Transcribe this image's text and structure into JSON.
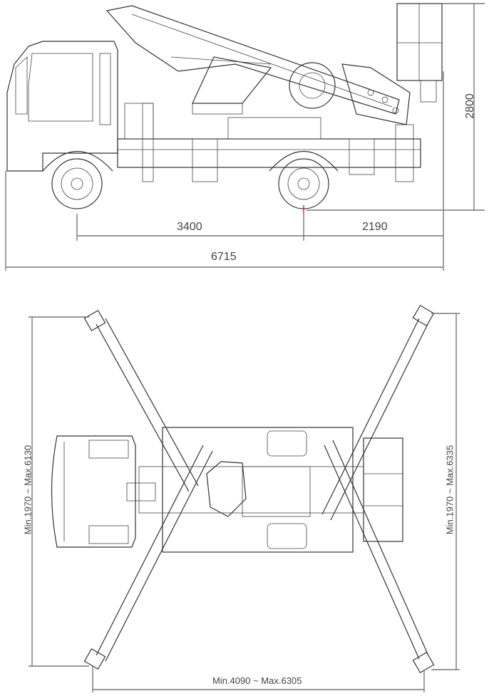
{
  "side_view": {
    "wheelbase": "3400",
    "rear_overhang": "2190",
    "overall_length": "6715",
    "overall_height": "2800"
  },
  "top_view": {
    "left_outrigger_span": "Min.1970 ~ Max.6130",
    "right_outrigger_span": "Min.1970 ~ Max.6335",
    "longitudinal_span": "Min.4090 ~ Max.6305"
  },
  "colors": {
    "line": "#333333",
    "dimension": "#777777",
    "marker": "#e00000"
  }
}
